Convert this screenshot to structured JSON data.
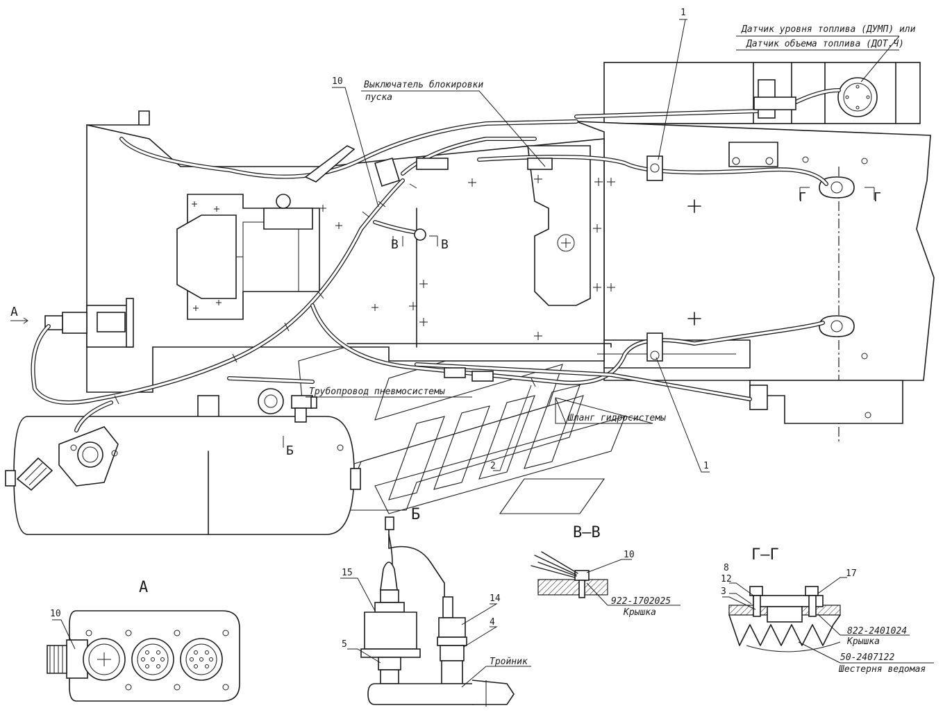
{
  "labels": {
    "fuel_sensor_line1": "Датчик уровня топлива (ДУМП) или",
    "fuel_sensor_line2": "Датчик объема топлива (ДОТ.Ч)",
    "start_switch_line1": "Выключатель блокировки",
    "start_switch_line2": "пуска",
    "pneumo_pipe": "Трубопровод пневмосистемы",
    "hydro_hose": "Шланг гидросистемы",
    "tee": "Тройник",
    "cover_vv_part": "922-1702025",
    "cover_vv_name": "Крышка",
    "cover_gg_part": "822-2401024",
    "cover_gg_name": "Крышка",
    "gear_part": "50-2407122",
    "gear_name": "Шестерня ведомая"
  },
  "views": {
    "a": "А",
    "b": "Б",
    "v": "В–В",
    "g": "Г–Г",
    "arrow_a": "А",
    "arrow_b": "Б",
    "sec_v_left": "В",
    "sec_v_right": "В",
    "sec_g_left": "Г",
    "sec_g_right": "Г"
  },
  "positions": {
    "p1_top": "1",
    "p1_bottom": "1",
    "p2": "2",
    "p10_main": "10",
    "p10_view_a": "10",
    "p10_view_v": "10",
    "p15": "15",
    "p14": "14",
    "p4": "4",
    "p5": "5",
    "p8": "8",
    "p12": "12",
    "p3": "3",
    "p17": "17"
  }
}
